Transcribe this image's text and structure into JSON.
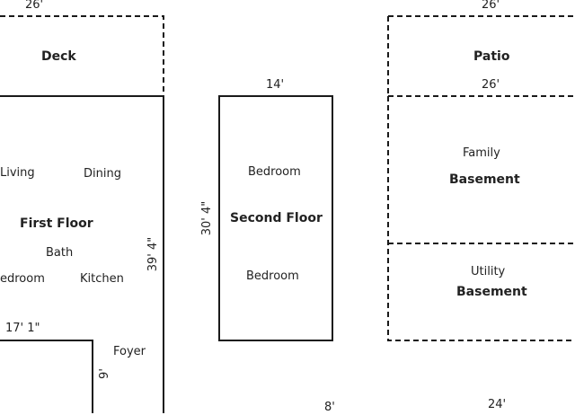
{
  "colors": {
    "line": "#1a1a1a",
    "background": "#ffffff"
  },
  "first_floor": {
    "dim_top": "26'",
    "deck_label": "Deck",
    "title": "First Floor",
    "rooms": {
      "living": "Living",
      "dining": "Dining",
      "bath": "Bath",
      "bedroom": "edroom",
      "kitchen": "Kitchen",
      "foyer": "Foyer"
    },
    "dim_side": "39' 4\"",
    "dim_bottom": "17' 1\"",
    "dim_notch": "9'"
  },
  "second_floor": {
    "dim_top": "14'",
    "dim_side": "30' 4\"",
    "title": "Second Floor",
    "rooms": {
      "bedroom_top": "Bedroom",
      "bedroom_bottom": "Bedroom"
    },
    "dim_bottom": "8'"
  },
  "basement": {
    "dim_top": "26'",
    "patio_label": "Patio",
    "dim_mid": "26'",
    "family": {
      "room": "Family",
      "title": "Basement"
    },
    "utility": {
      "room": "Utility",
      "title": "Basement"
    },
    "dim_bottom": "24'"
  }
}
